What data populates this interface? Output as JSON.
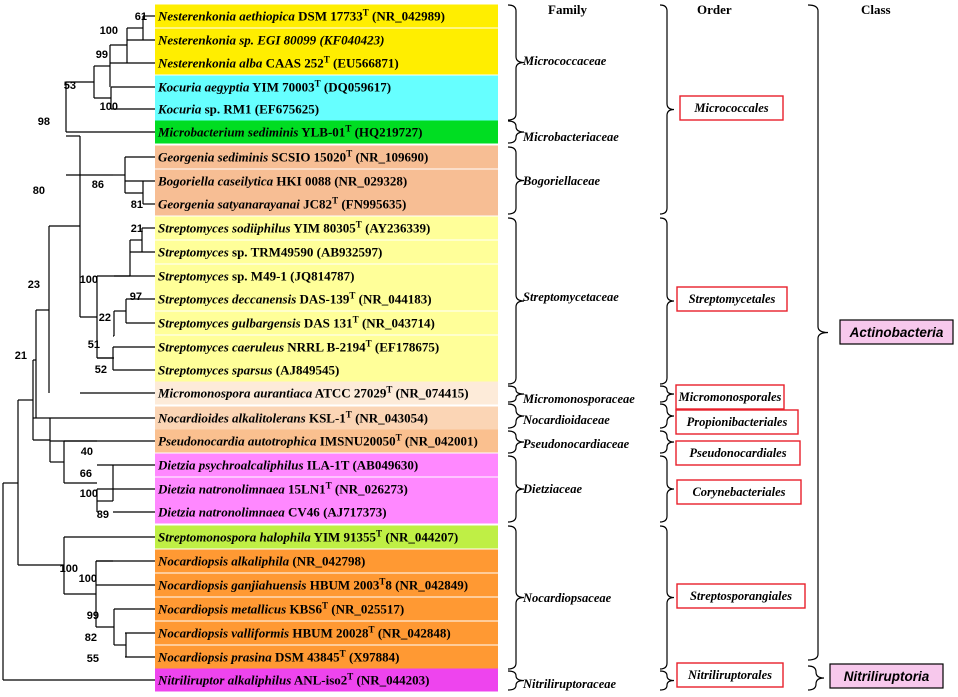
{
  "headers": {
    "family": "Family",
    "order": "Order",
    "class": "Class"
  },
  "taxa": [
    {
      "genus": "Nesterenkonia aethiopica",
      "strain": "DSM 17733",
      "T": true,
      "acc": "(NR_042989)",
      "color": "#ffee00"
    },
    {
      "genus": "Nesterenkonia sp. EGI 80099",
      "strain": "",
      "T": false,
      "acc": "(KF040423)",
      "color": "#ffee00",
      "italicAcc": true
    },
    {
      "genus": "Nesterenkonia alba",
      "strain": "CAAS 252",
      "T": true,
      "acc": "(EU566871)",
      "color": "#ffee00"
    },
    {
      "genus": "Kocuria aegyptia",
      "strain": "YIM 70003",
      "T": true,
      "acc": "(DQ059617)",
      "color": "#66ffff"
    },
    {
      "genus": "Kocuria",
      "strain": "sp. RM1",
      "T": false,
      "acc": "(EF675625)",
      "color": "#66ffff"
    },
    {
      "genus": "Microbacterium sediminis",
      "strain": "YLB-01",
      "T": true,
      "acc": "(HQ219727)",
      "color": "#00dd22"
    },
    {
      "genus": "Georgenia sediminis",
      "strain": "SCSIO 15020",
      "T": true,
      "acc": "(NR_109690)",
      "color": "#f7be94"
    },
    {
      "genus": "Bogoriella caseilytica",
      "strain": "HKI 0088",
      "T": false,
      "acc": "(NR_029328)",
      "color": "#f7be94"
    },
    {
      "genus": "Georgenia satyanarayanai",
      "strain": "JC82",
      "T": true,
      "acc": "(FN995635)",
      "color": "#f7be94"
    },
    {
      "genus": "Streptomyces sodiiphilus",
      "strain": "YIM 80305",
      "T": true,
      "acc": "(AY236339)",
      "color": "#ffff99"
    },
    {
      "genus": "Streptomyces",
      "strain": "sp. TRM49590",
      "T": false,
      "acc": "(AB932597)",
      "color": "#ffff99"
    },
    {
      "genus": "Streptomyces",
      "strain": "sp. M49-1",
      "T": false,
      "acc": "(JQ814787)",
      "color": "#ffff99"
    },
    {
      "genus": "Streptomyces deccanensis",
      "strain": "DAS-139",
      "T": true,
      "acc": "(NR_044183)",
      "color": "#ffff99"
    },
    {
      "genus": "Streptomyces gulbargensis",
      "strain": "DAS 131",
      "T": true,
      "acc": "(NR_043714)",
      "color": "#ffff99"
    },
    {
      "genus": "Streptomyces caeruleus",
      "strain": "NRRL B-2194",
      "T": true,
      "acc": "(EF178675)",
      "color": "#ffff99"
    },
    {
      "genus": "Streptomyces sparsus",
      "strain": "",
      "T": false,
      "acc": "(AJ849545)",
      "color": "#ffff99"
    },
    {
      "genus": "Micromonospora aurantiaca",
      "strain": "ATCC 27029",
      "T": true,
      "acc": "(NR_074415)",
      "color": "#fdebd9"
    },
    {
      "genus": "Nocardioides alkalitolerans",
      "strain": "KSL-1",
      "T": true,
      "acc": "(NR_043054)",
      "color": "#fbd5b5"
    },
    {
      "genus": "Pseudonocardia autotrophica",
      "strain": "IMSNU20050",
      "T": true,
      "acc": "(NR_042001)",
      "color": "#fac08f"
    },
    {
      "genus": "Dietzia psychroalcaliphilus",
      "strain": " ILA-1T",
      "T": false,
      "acc": "(AB049630)",
      "color": "#ff88ff"
    },
    {
      "genus": "Dietzia natronolimnaea",
      "strain": "15LN1",
      "T": true,
      "acc": "(NR_026273)",
      "color": "#ff88ff"
    },
    {
      "genus": "Dietzia natronolimnaea",
      "strain": "CV46",
      "T": false,
      "acc": "(AJ717373)",
      "color": "#ff88ff"
    },
    {
      "genus": "Streptomonospora halophila",
      "strain": "YIM 91355",
      "T": true,
      "acc": "(NR_044207)",
      "color": "#bfef45"
    },
    {
      "genus": "Nocardiopsis alkaliphila",
      "strain": "",
      "T": false,
      "acc": "(NR_042798)",
      "color": "#ff9933"
    },
    {
      "genus": "Nocardiopsis ganjiahuensis",
      "strain": "HBUM 2003",
      "T": true,
      "tSuffix": "8",
      "acc": "(NR_042849)",
      "color": "#ff9933"
    },
    {
      "genus": "Nocardiopsis metallicus",
      "strain": "KBS6",
      "T": true,
      "acc": "(NR_025517)",
      "color": "#ff9933"
    },
    {
      "genus": "Nocardiopsis valliformis",
      "strain": "HBUM 20028",
      "T": true,
      "acc": "(NR_042848)",
      "color": "#ff9933"
    },
    {
      "genus": "Nocardiopsis prasina",
      "strain": "DSM 43845",
      "T": true,
      "acc": "(X97884)",
      "color": "#ff9933"
    },
    {
      "genus": "Nitriliruptor alkaliphilus",
      "strain": "ANL-iso2",
      "T": true,
      "acc": "(NR_044203)",
      "color": "#ee44ee"
    }
  ],
  "bootstrap": [
    "61",
    "100",
    "99",
    "53",
    "100",
    "98",
    "86",
    "81",
    "80",
    "21",
    "100",
    "97",
    "22",
    "51",
    "52",
    "23",
    "21",
    "40",
    "66",
    "100",
    "89",
    "100",
    "100",
    "99",
    "82",
    "55"
  ],
  "families": [
    "Micrococcaceae",
    "Microbacteriaceae",
    "Bogoriellaceae",
    "Streptomycetaceae",
    "Micromonosporaceae",
    "Nocardioidaceae",
    "Pseudonocardiaceae",
    "Dietziaceae",
    "Nocardiopsaceae",
    "Nitriliruptoraceae"
  ],
  "orders": [
    "Micrococcales",
    "Streptomycetales",
    "Micromonosporales",
    "Propionibacteriales",
    "Pseudonocardiales",
    "Corynebacteriales",
    "Streptosporangiales",
    "Nitriliruptorales"
  ],
  "classes": [
    "Actinobacteria",
    "Nitriliruptoria"
  ],
  "colors": {
    "orderBorder": "#e8202a",
    "classBox": "#f7c8ec",
    "line": "#000000"
  }
}
